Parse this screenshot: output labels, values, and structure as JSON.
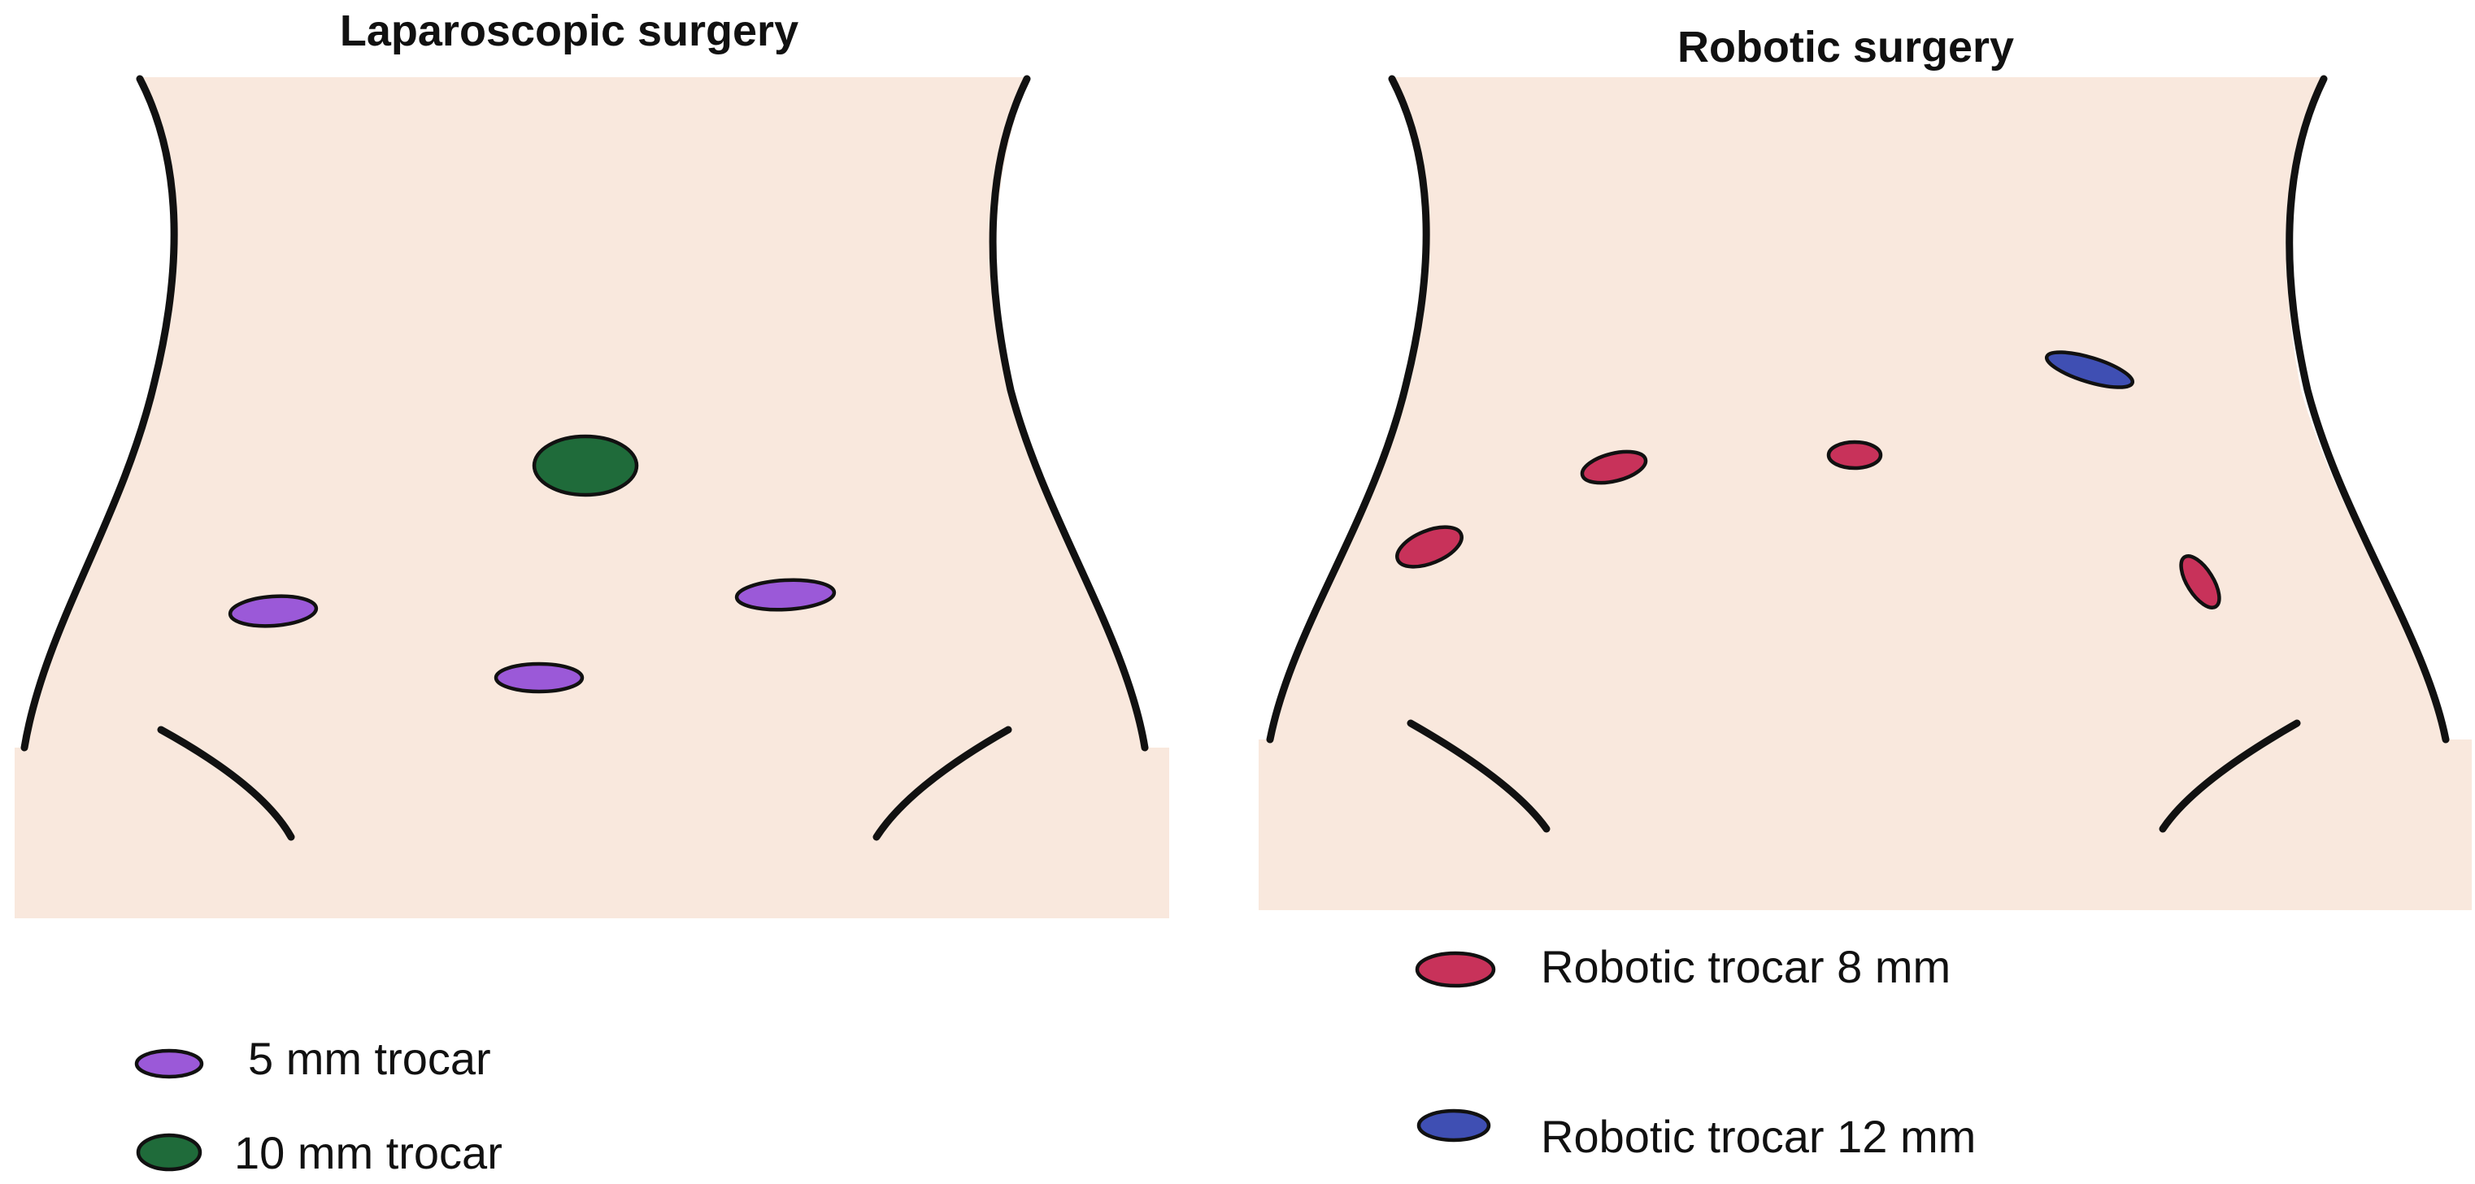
{
  "colors": {
    "skin": "#f9e8dd",
    "outline": "#111111",
    "trocar_5mm": "#9b59d8",
    "trocar_10mm": "#1f6b3a",
    "robotic_8mm": "#c8325a",
    "robotic_12mm": "#3f4fb3"
  },
  "panels": {
    "laparoscopic": {
      "title": "Laparoscopic surgery"
    },
    "robotic": {
      "title": "Robotic surgery"
    }
  },
  "legend": {
    "laparoscopic": [
      {
        "label": "5 mm trocar",
        "color": "#9b59d8"
      },
      {
        "label": "10 mm trocar",
        "color": "#1f6b3a"
      }
    ],
    "robotic": [
      {
        "label": "Robotic trocar 8 mm",
        "color": "#c8325a"
      },
      {
        "label": "Robotic trocar 12 mm",
        "color": "#3f4fb3"
      }
    ]
  }
}
